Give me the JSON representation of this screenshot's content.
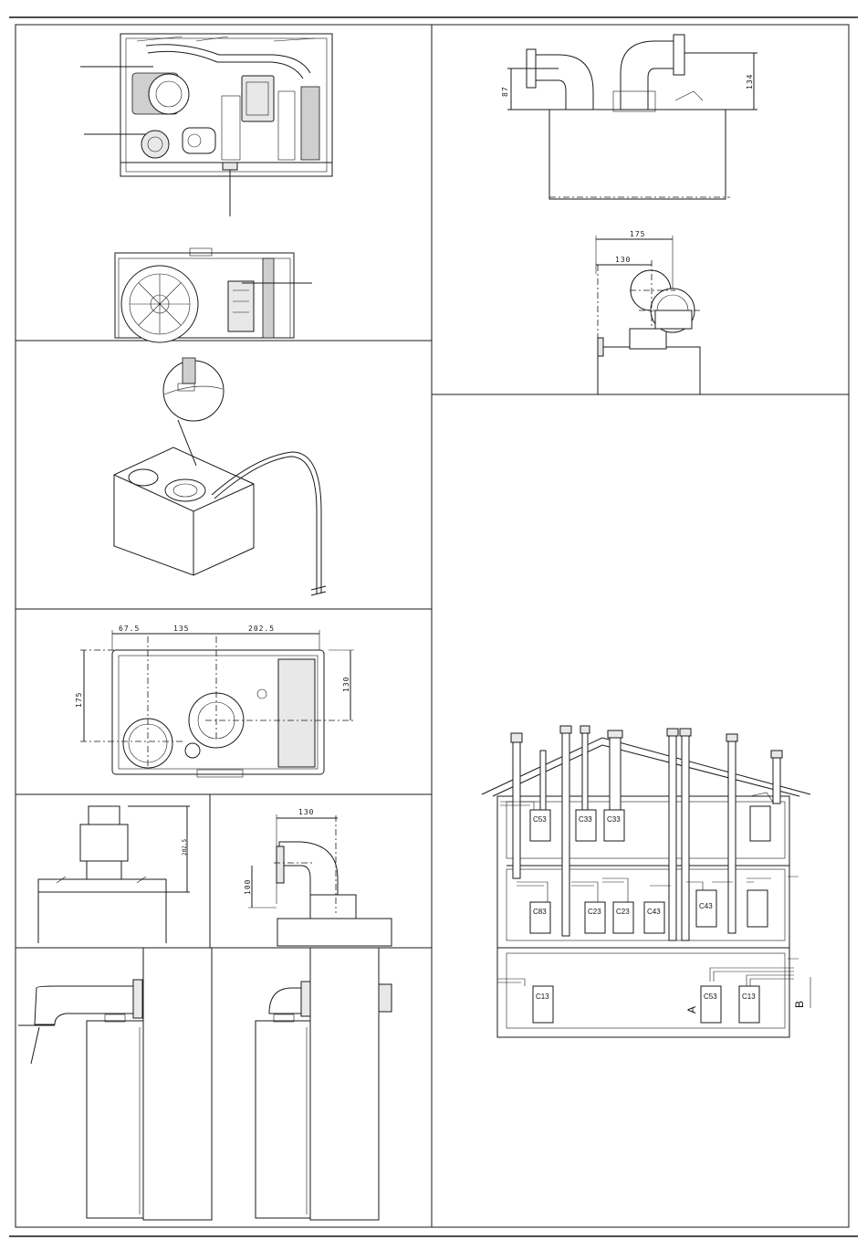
{
  "dimensions": {
    "top_right_a": "87",
    "top_right_b": "134",
    "mid_right_a": "175",
    "mid_right_b": "130",
    "plan_a": "67.5",
    "plan_b": "135",
    "plan_c": "202.5",
    "plan_d": "175",
    "plan_e": "130",
    "small_a": "202.5",
    "side_a": "130",
    "side_b": "100"
  },
  "installation_labels": {
    "attic_1": "C53",
    "attic_2": "C33",
    "attic_3": "C33",
    "floor_1": "C83",
    "floor_2": "C23",
    "floor_3": "C23",
    "floor_4": "C43",
    "floor_5": "C43",
    "ground_1": "C13",
    "ground_2": "C53",
    "ground_3": "C13",
    "marker_a": "A",
    "marker_b": "B"
  }
}
